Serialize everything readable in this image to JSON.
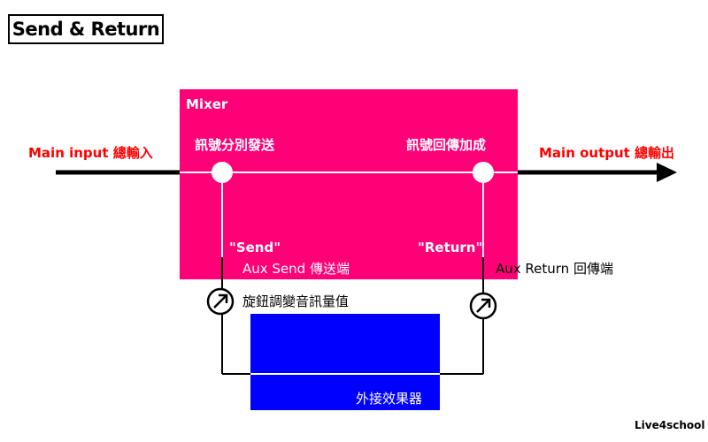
{
  "title": "Send & Return",
  "mixer": {
    "label": "Mixer",
    "split_label": "訊號分別發送",
    "sum_label": "訊號回傳加成",
    "color": "#ff0077"
  },
  "signals": {
    "main_input": "Main input 總輸入",
    "main_output": "Main output 總輸出",
    "label_color": "#ff0000"
  },
  "send": {
    "quoted_label": "\"Send\"",
    "aux_label": "Aux Send 傳送端",
    "knob_label": "旋鈕調變音訊量值"
  },
  "return": {
    "quoted_label": "\"Return\"",
    "aux_label": "Aux Return 回傳端"
  },
  "effects": {
    "label": "外接效果器",
    "color": "#0000ff"
  },
  "credit": "Live4school",
  "icons": [
    "arrow-right-icon",
    "knob-icon"
  ]
}
